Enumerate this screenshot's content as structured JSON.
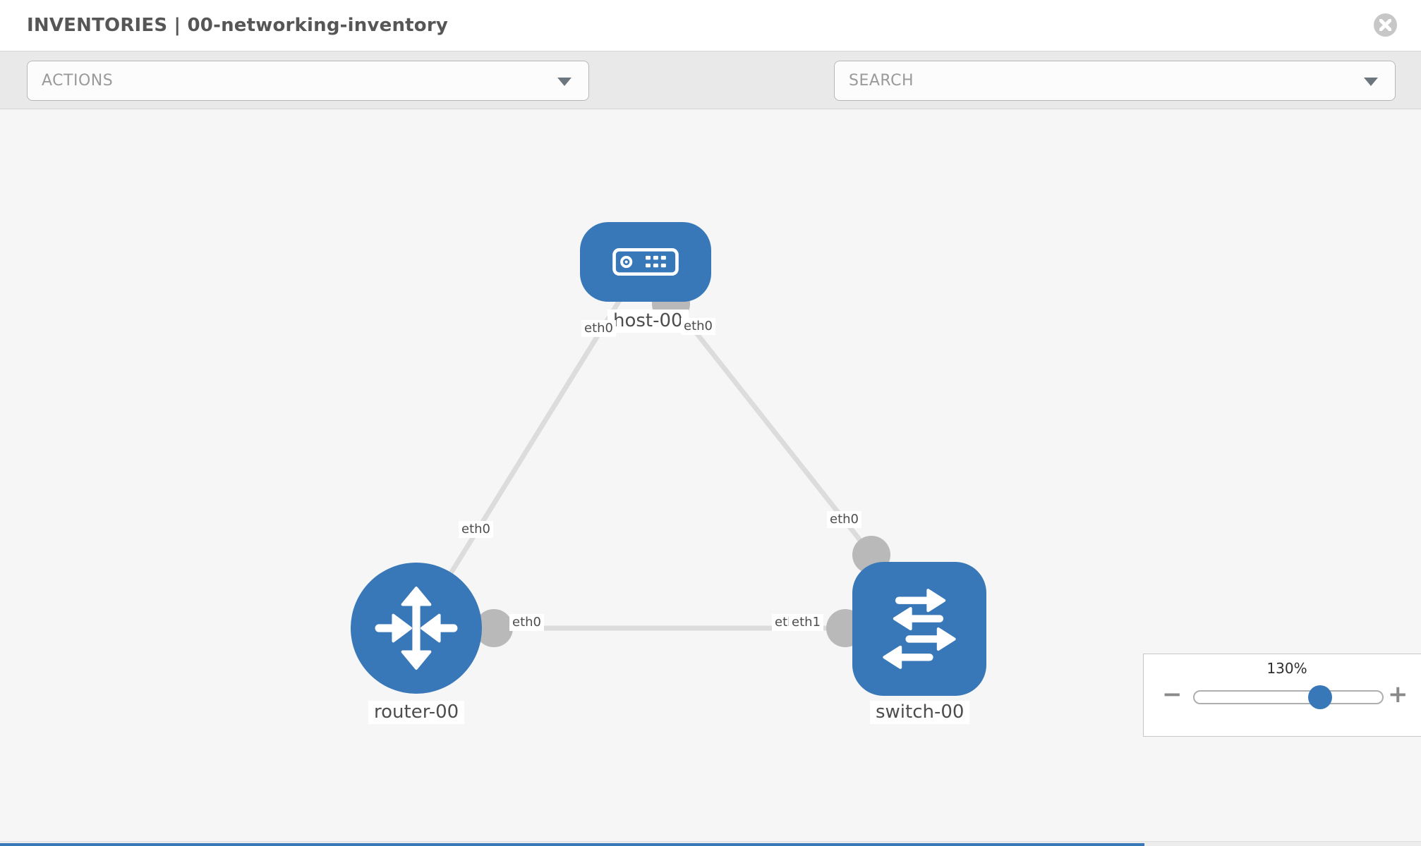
{
  "header": {
    "title": "INVENTORIES | 00-networking-inventory"
  },
  "toolbar": {
    "actions": "ACTIONS",
    "search": "SEARCH",
    "icons": [
      "wrench-icon",
      "key-icon"
    ]
  },
  "topology": {
    "nodes": {
      "host": {
        "label": "host-00",
        "type": "host",
        "icon": "server-icon"
      },
      "router": {
        "label": "router-00",
        "type": "router",
        "icon": "router-arrows-icon"
      },
      "switch": {
        "label": "switch-00",
        "type": "switch",
        "icon": "switch-arrows-icon"
      }
    },
    "interfaces": {
      "host_left": "eth0",
      "host_right": "eth0",
      "router_top": "eth0",
      "link_mid": "eth0",
      "switch_eth0": "eth0",
      "switch_eth1": "eth1",
      "switch_top": "eth0"
    },
    "links": [
      {
        "from": "host-00",
        "from_if": "eth0",
        "to": "router-00",
        "to_if": "eth0"
      },
      {
        "from": "host-00",
        "from_if": "eth0",
        "to": "switch-00",
        "to_if": "eth0"
      },
      {
        "from": "router-00",
        "from_if": "eth0",
        "to": "switch-00",
        "to_if": "eth1"
      }
    ]
  },
  "zoom_control": {
    "level": "130%",
    "minus": "−",
    "plus": "+"
  },
  "colors": {
    "node_blue": "#3878b8",
    "link_gray": "#dcdcdc",
    "interface_dot_gray": "#b9b9b9",
    "toolbar_gray": "#e9e9e9",
    "canvas_gray": "#f6f6f6"
  }
}
